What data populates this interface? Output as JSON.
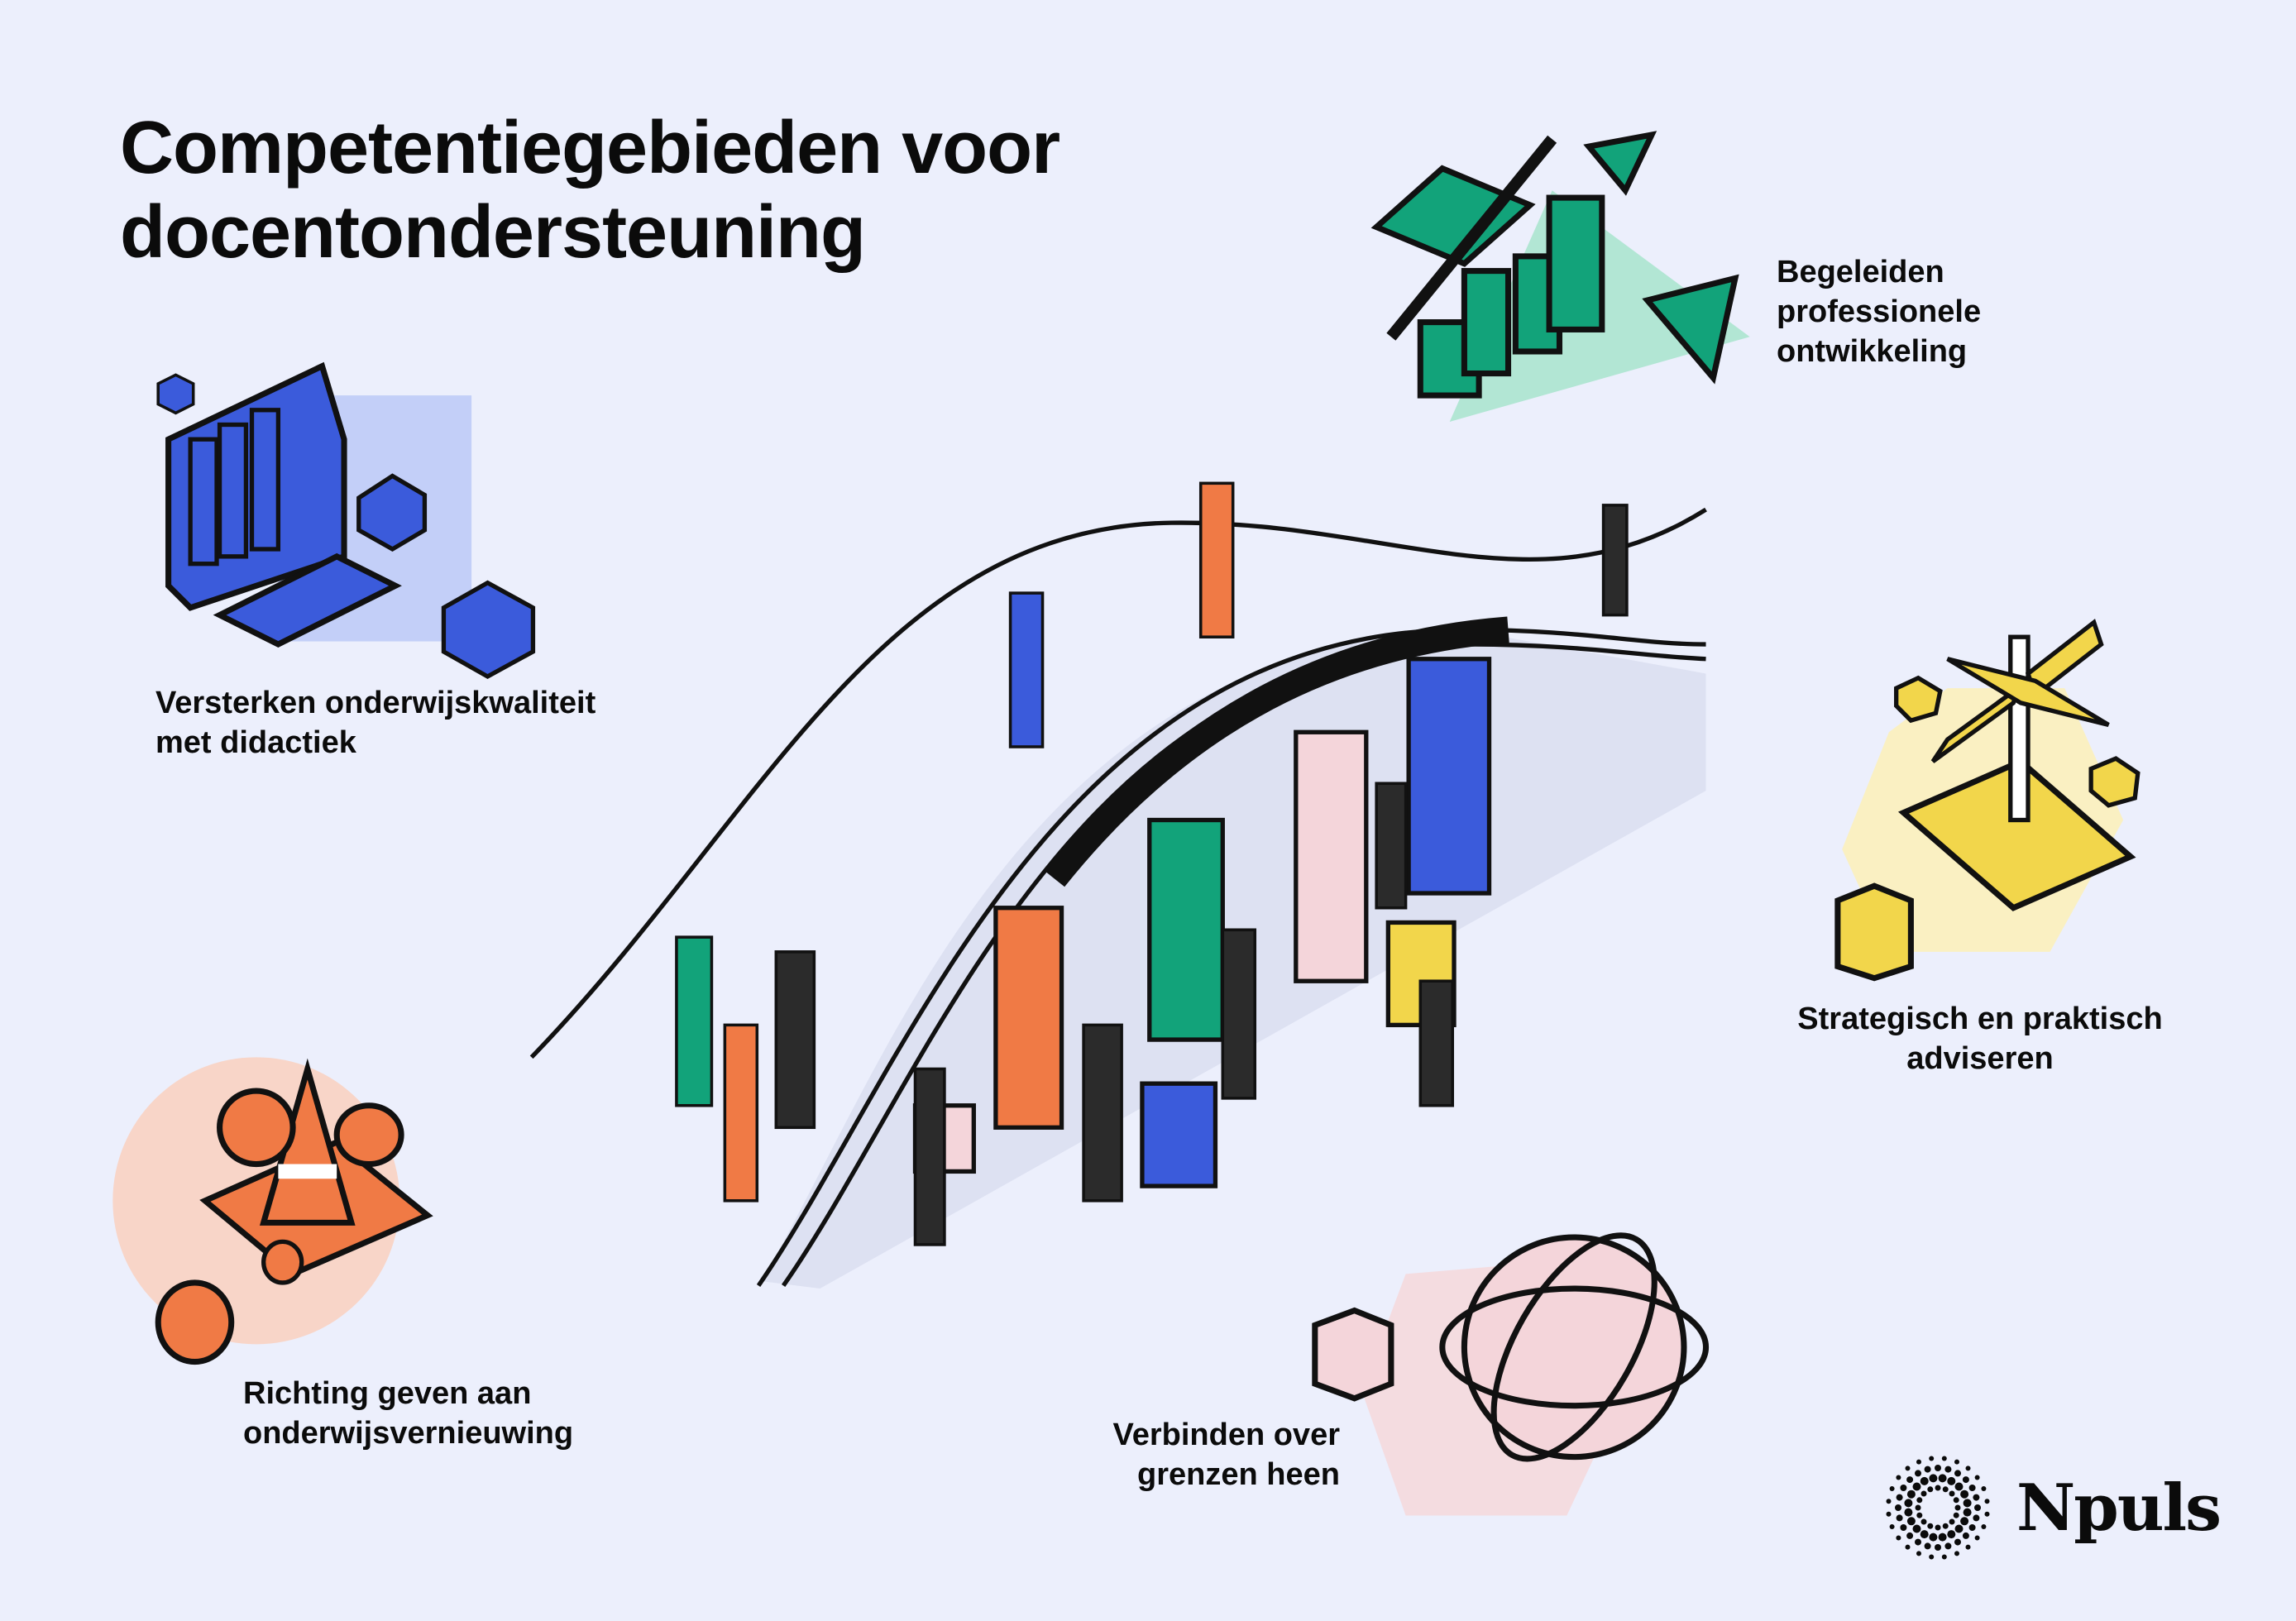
{
  "title": {
    "line1": "Competentiegebieden voor",
    "line2": "docentondersteuning"
  },
  "areas": [
    {
      "id": "didactiek",
      "lines": [
        "Versterken onderwijskwaliteit",
        "met didactiek"
      ],
      "color": "#3B5BDB"
    },
    {
      "id": "professionele-ontwikkeling",
      "lines": [
        "Begeleiden",
        "professionele",
        "ontwikkeling"
      ],
      "color": "#12A37A"
    },
    {
      "id": "adviseren",
      "lines": [
        "Strategisch en praktisch",
        "adviseren"
      ],
      "color": "#F2D64B"
    },
    {
      "id": "vernieuwing",
      "lines": [
        "Richting geven aan",
        "onderwijsvernieuwing"
      ],
      "color": "#F07A45"
    },
    {
      "id": "verbinden",
      "lines": [
        "Verbinden over",
        "grenzen heen"
      ],
      "color": "#F4D5DA"
    }
  ],
  "logo": {
    "name": "Npuls"
  },
  "colors": {
    "background": "#ECEFFC",
    "ink": "#0b0b0b"
  }
}
